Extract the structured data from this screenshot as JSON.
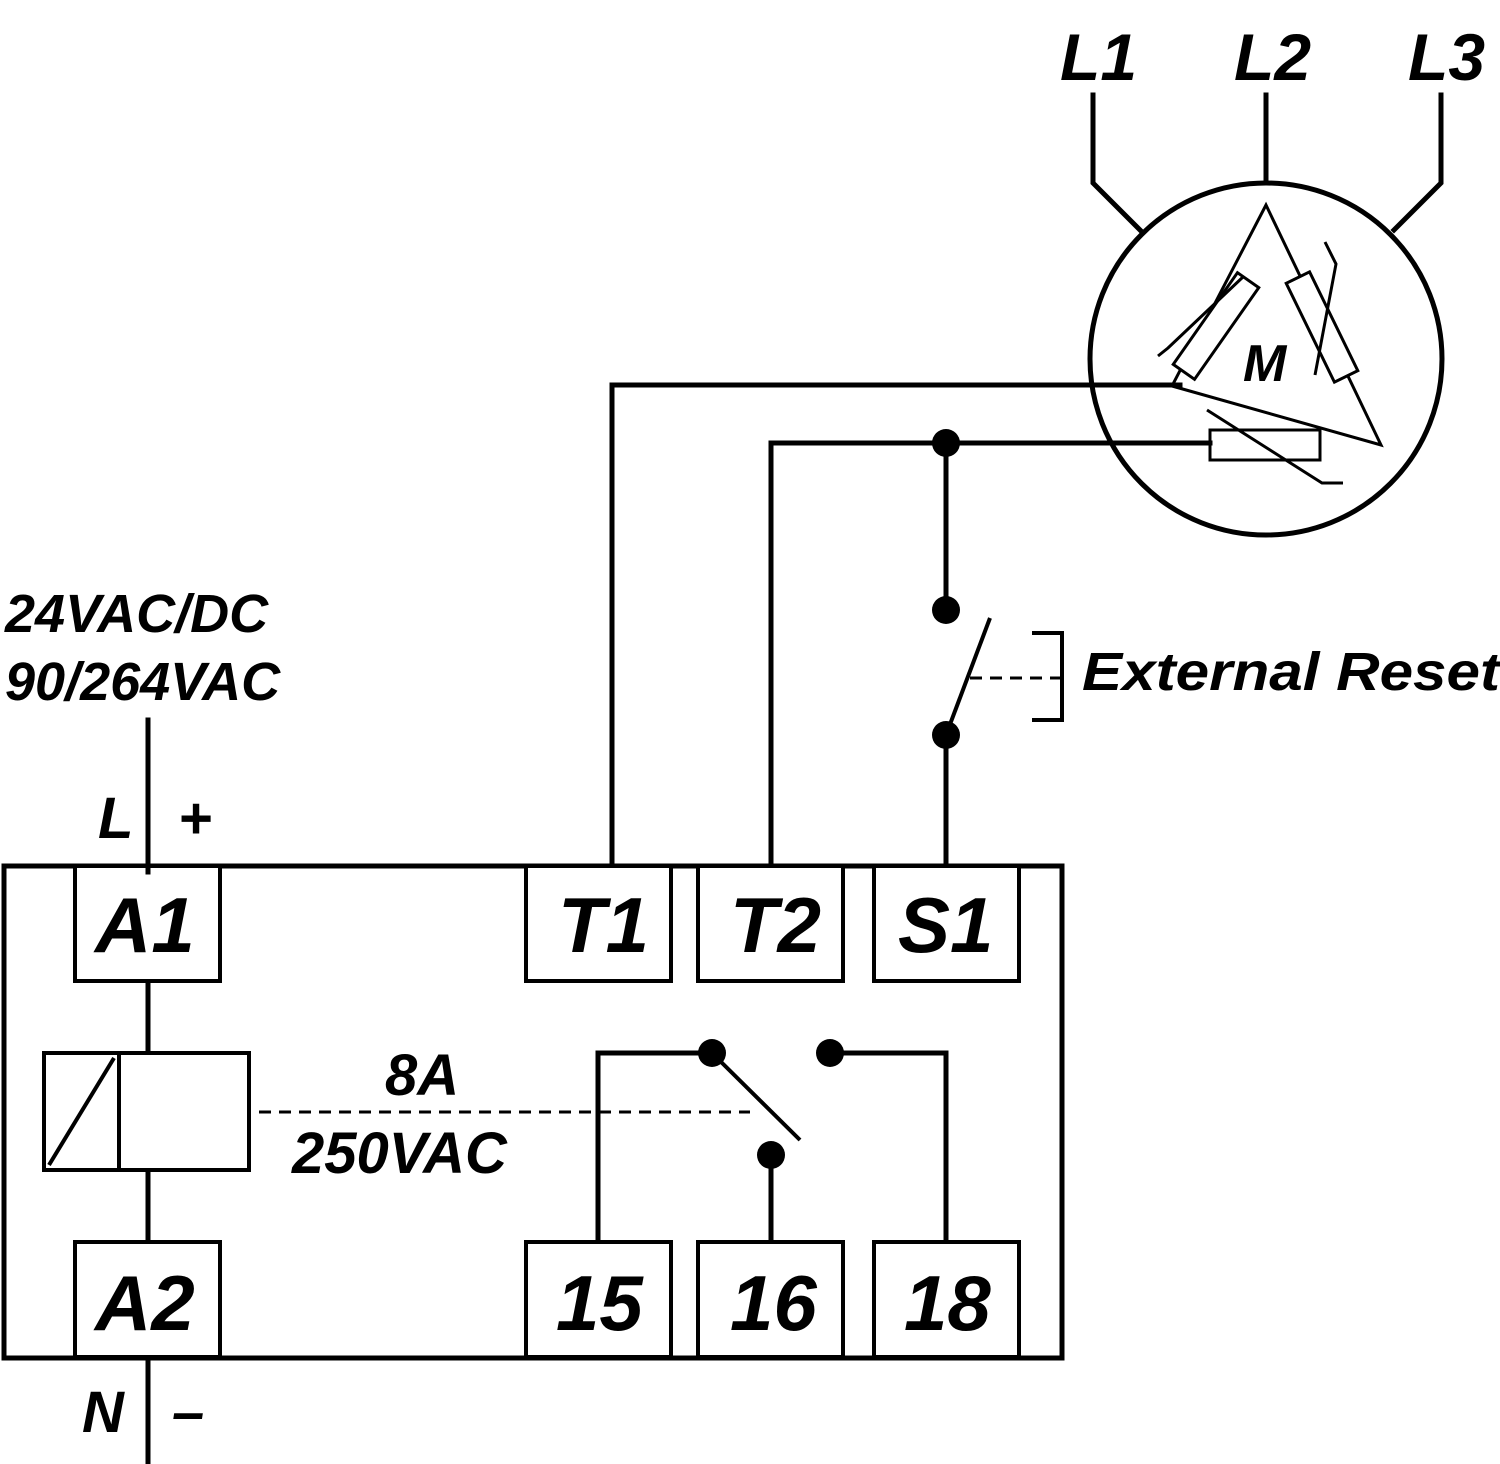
{
  "supply": {
    "line1": "24VAC/DC",
    "line2": "90/264VAC",
    "top_left": "L",
    "top_right": "+",
    "bottom_left": "N",
    "bottom_right": "–"
  },
  "phases": [
    "L1",
    "L2",
    "L3"
  ],
  "motor": {
    "label": "M"
  },
  "reset": {
    "label": "External Reset"
  },
  "terminals": {
    "a1": "A1",
    "a2": "A2",
    "t1": "T1",
    "t2": "T2",
    "s1": "S1",
    "c15": "15",
    "c16": "16",
    "c18": "18"
  },
  "relay": {
    "rating_current": "8A",
    "rating_voltage": "250VAC"
  },
  "colors": {
    "line": "#000000",
    "background": "#ffffff"
  }
}
